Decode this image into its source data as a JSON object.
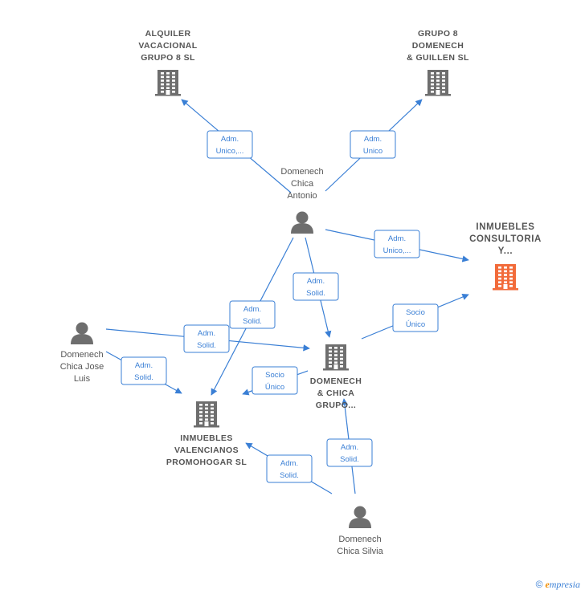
{
  "nodes": {
    "alquiler": {
      "type": "company",
      "lines": [
        "ALQUILER",
        "VACACIONAL",
        "GRUPO 8  SL"
      ],
      "color": "#6e6e6e"
    },
    "grupo8": {
      "type": "company",
      "lines": [
        "GRUPO 8",
        "DOMENECH",
        "& GUILLEN  SL"
      ],
      "color": "#6e6e6e"
    },
    "antonio": {
      "type": "person",
      "lines": [
        "Domenech",
        "Chica",
        "Antonio"
      ],
      "color": "#6e6e6e"
    },
    "inmuebles_consultoria": {
      "type": "company",
      "lines": [
        "INMUEBLES",
        "CONSULTORIA",
        "Y..."
      ],
      "color": "#f26b3a",
      "highlight": true
    },
    "jose_luis": {
      "type": "person",
      "lines": [
        "Domenech",
        "Chica Jose",
        "Luis"
      ],
      "color": "#6e6e6e"
    },
    "domenech_chica": {
      "type": "company",
      "lines": [
        "DOMENECH",
        "& CHICA",
        "GRUPO..."
      ],
      "color": "#6e6e6e"
    },
    "inmuebles_valencianos": {
      "type": "company",
      "lines": [
        "INMUEBLES",
        "VALENCIANOS",
        "PROMOHOGAR SL"
      ],
      "color": "#6e6e6e"
    },
    "silvia": {
      "type": "person",
      "lines": [
        "Domenech",
        "Chica Silvia"
      ],
      "color": "#6e6e6e"
    }
  },
  "edges": [
    {
      "from": "antonio",
      "to": "alquiler",
      "label": [
        "Adm.",
        "Unico,..."
      ]
    },
    {
      "from": "antonio",
      "to": "grupo8",
      "label": [
        "Adm.",
        "Unico"
      ]
    },
    {
      "from": "antonio",
      "to": "inmuebles_consultoria",
      "label": [
        "Adm.",
        "Unico,..."
      ]
    },
    {
      "from": "antonio",
      "to": "domenech_chica",
      "label": [
        "Adm.",
        "Solid."
      ]
    },
    {
      "from": "antonio",
      "to": "inmuebles_valencianos",
      "label": [
        "Adm.",
        "Solid."
      ]
    },
    {
      "from": "jose_luis",
      "to": "domenech_chica",
      "label": [
        "Adm.",
        "Solid."
      ]
    },
    {
      "from": "jose_luis",
      "to": "inmuebles_valencianos",
      "label": [
        "Adm.",
        "Solid."
      ]
    },
    {
      "from": "domenech_chica",
      "to": "inmuebles_consultoria",
      "label": [
        "Socio",
        "Único"
      ]
    },
    {
      "from": "domenech_chica",
      "to": "inmuebles_valencianos",
      "label": [
        "Socio",
        "Único"
      ]
    },
    {
      "from": "silvia",
      "to": "domenech_chica",
      "label": [
        "Adm.",
        "Solid."
      ]
    },
    {
      "from": "silvia",
      "to": "inmuebles_valencianos",
      "label": [
        "Adm.",
        "Solid."
      ]
    }
  ],
  "colors": {
    "edge": "#3a7fd5",
    "node_default": "#6e6e6e",
    "node_highlight": "#f26b3a"
  },
  "branding": {
    "copyright": "©",
    "name_first": "e",
    "name_rest": "mpresia"
  }
}
